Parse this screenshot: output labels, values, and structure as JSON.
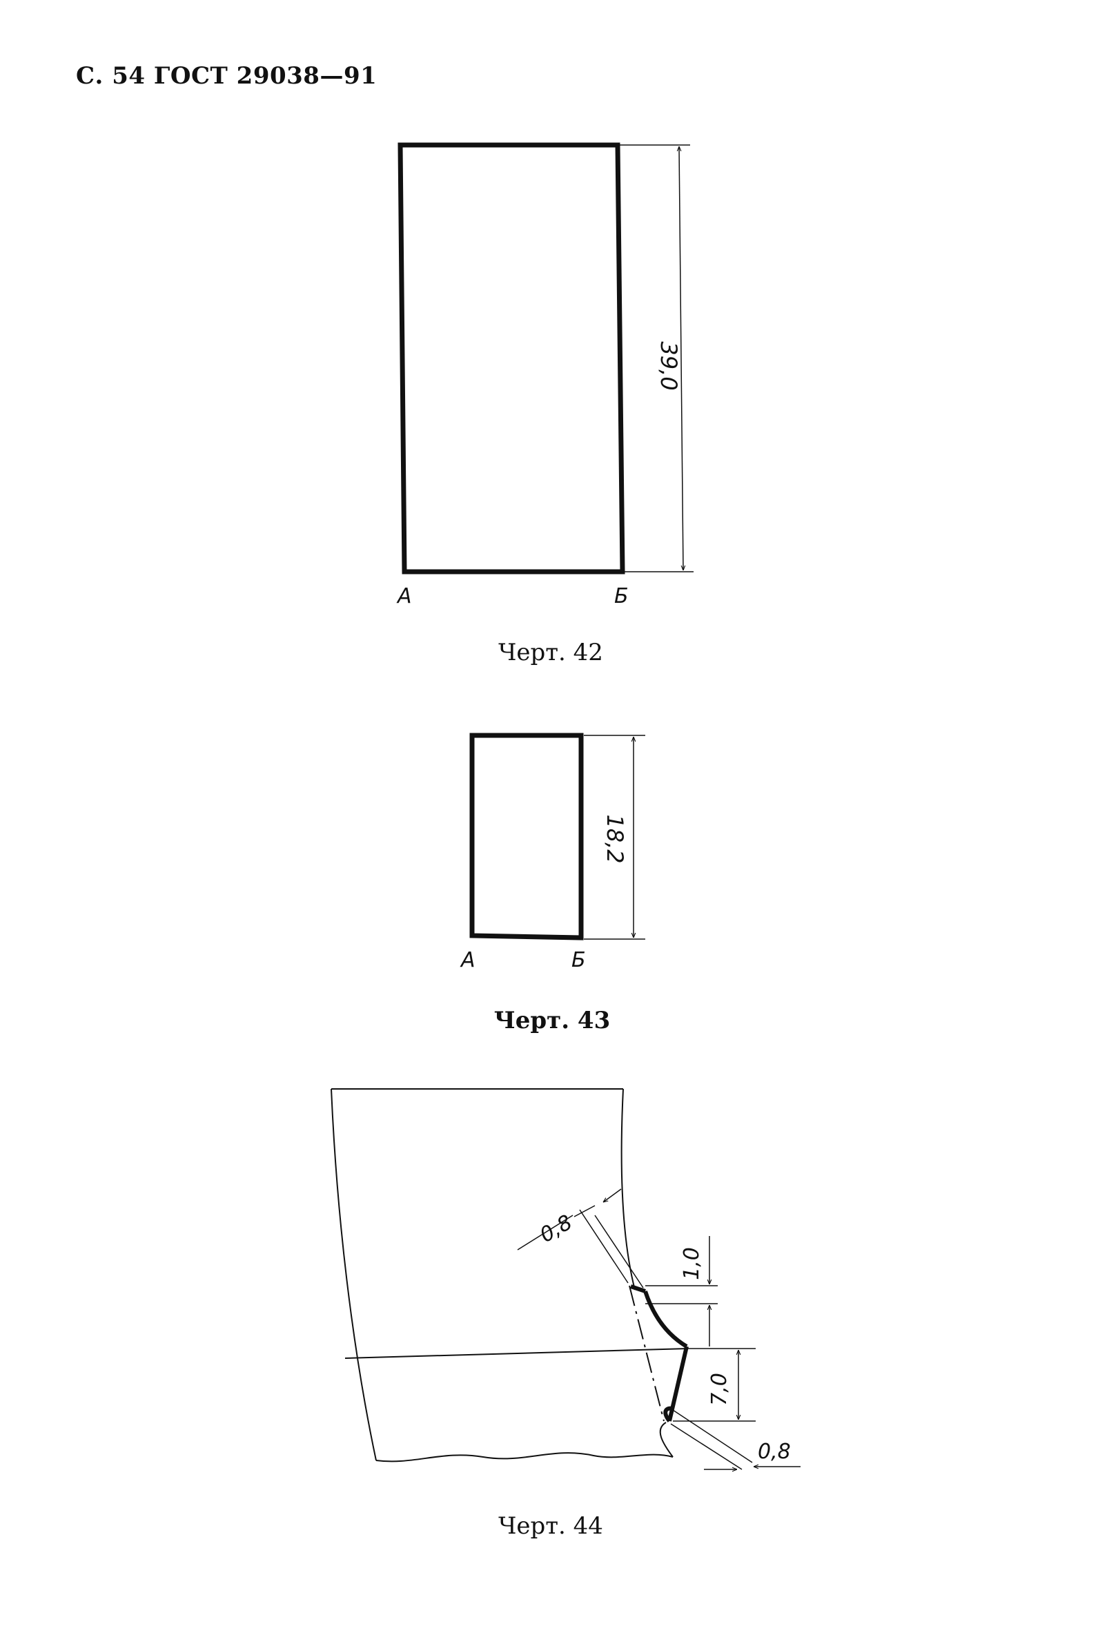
{
  "header": {
    "text": "С. 54 ГОСТ 29038—91"
  },
  "figure42": {
    "caption": "Черт. 42",
    "dimension": "39,0",
    "label_left": "А",
    "label_right": "Б"
  },
  "figure43": {
    "caption": "Черт. 43",
    "dimension": "18,2",
    "label_left": "А",
    "label_right": "Б"
  },
  "figure44": {
    "caption": "Черт. 44",
    "dim_top_offset": "0,8",
    "dim_top_height": "1,0",
    "dim_lower_height": "7,0",
    "dim_bottom_offset": "0,8"
  }
}
